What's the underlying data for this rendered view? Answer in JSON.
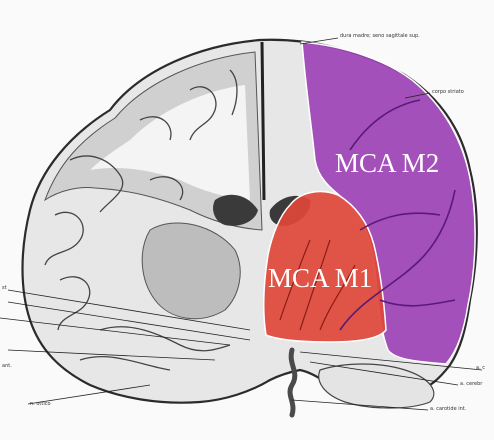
{
  "diagram": {
    "regions": [
      {
        "id": "mca-m2",
        "label": "MCA M2",
        "color": "#9b3fb5"
      },
      {
        "id": "mca-m1",
        "label": "MCA M1",
        "color": "#e0463a"
      }
    ],
    "annotations": [
      {
        "id": "top",
        "text": "dura madre; seno sagittale sup."
      },
      {
        "id": "upper-right",
        "text": "corpo striato"
      },
      {
        "id": "bottom-right-1",
        "text": "a. c"
      },
      {
        "id": "bottom-right-2",
        "text": "a. cerebr"
      },
      {
        "id": "bottom-right-3",
        "text": "a. carotide int."
      },
      {
        "id": "bottom-left",
        "text": "n. ottico"
      },
      {
        "id": "left-1",
        "text": "st"
      },
      {
        "id": "left-2",
        "text": "ant."
      }
    ]
  }
}
